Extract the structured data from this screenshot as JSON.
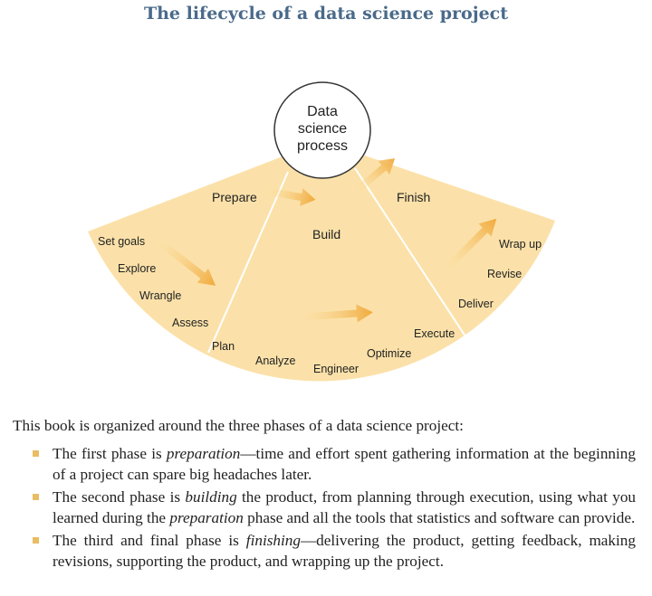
{
  "title": "The lifecycle of a data science project",
  "diagram": {
    "center": [
      "Data",
      "science",
      "process"
    ],
    "phases": {
      "prepare": "Prepare",
      "build": "Build",
      "finish": "Finish"
    },
    "prepare_steps": [
      "Set goals",
      "Explore",
      "Wrangle",
      "Assess"
    ],
    "build_steps": [
      "Plan",
      "Analyze",
      "Engineer",
      "Optimize",
      "Execute"
    ],
    "finish_steps": [
      "Deliver",
      "Revise",
      "Wrap up"
    ],
    "colors": {
      "fan": "#fbe1a9",
      "arrow_start": "#fbd88f",
      "arrow_end": "#f0a93b",
      "circle_stroke": "#333333"
    }
  },
  "intro": "This book is organized around the three phases of a data science project:",
  "bullets": [
    {
      "pre": "The first phase is ",
      "em": "preparation",
      "post": "—time and effort spent gathering information at the beginning of a project can spare big headaches later."
    },
    {
      "pre": "The second phase is ",
      "em": "building",
      "mid": " the product, from planning through execution, using what you learned during the ",
      "em2": "preparation",
      "post": " phase and all the tools that statistics and software can provide."
    },
    {
      "pre": "The third and final phase is ",
      "em": "finishing",
      "post": "—delivering the product, getting feedback, making revisions, supporting the product, and wrapping up the project."
    }
  ]
}
